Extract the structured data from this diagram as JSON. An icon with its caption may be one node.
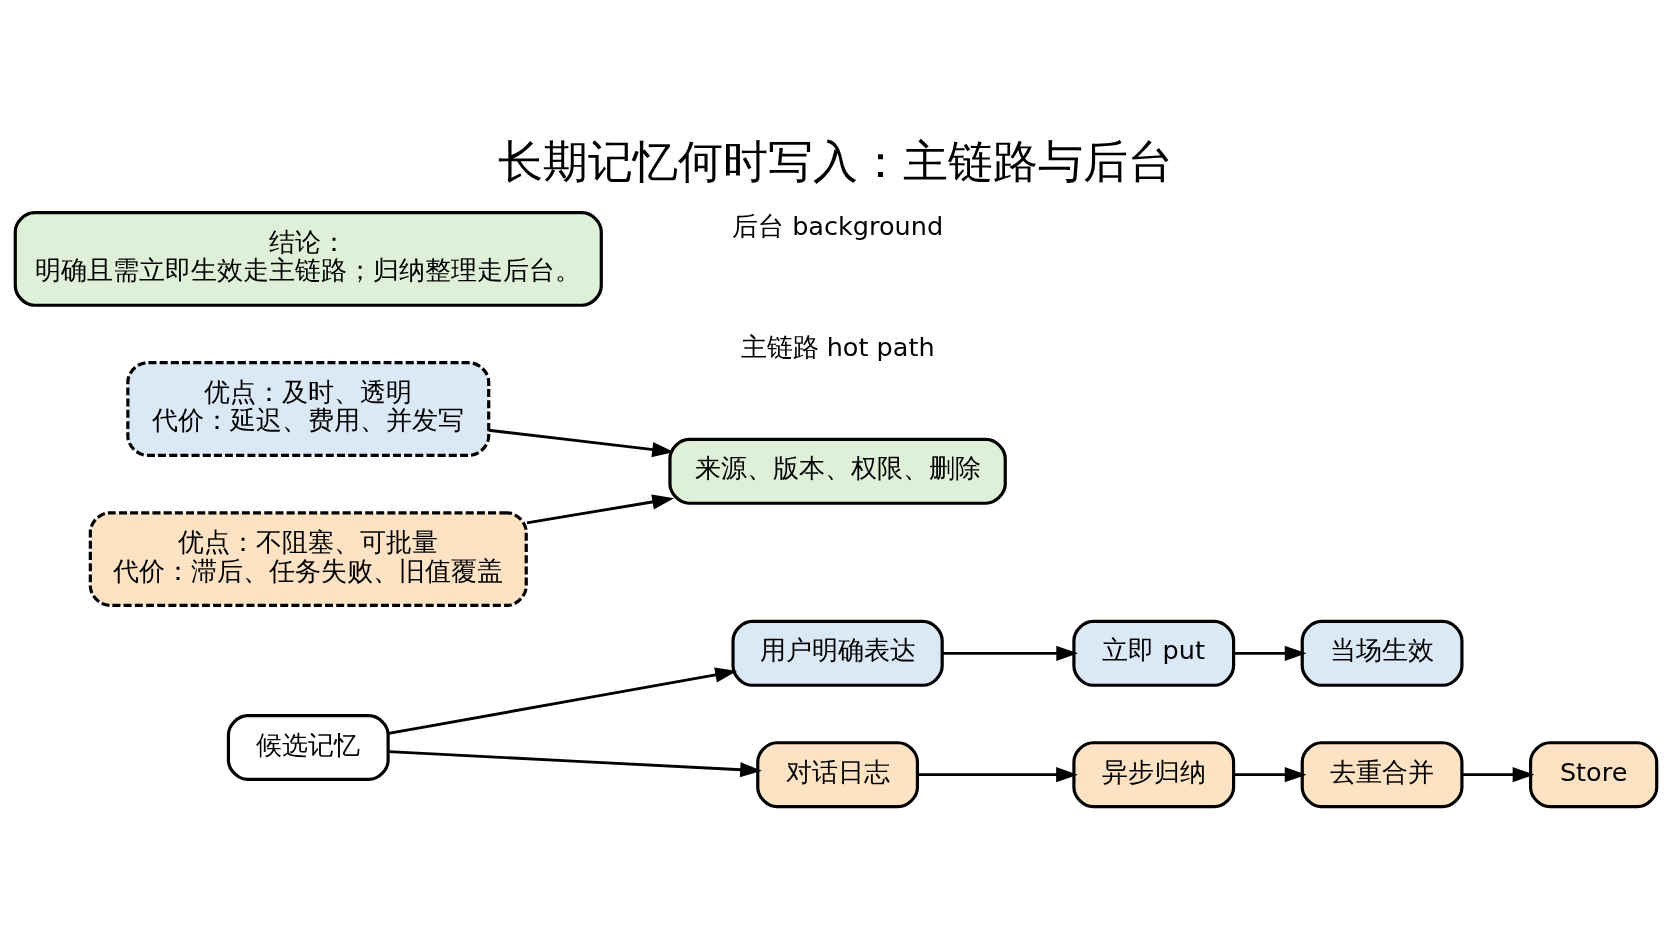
{
  "diagram": {
    "title": "长期记忆何时写入：主链路与后台",
    "nodes": [
      {
        "text": [
          "候选记忆"
        ]
      },
      {
        "text": [
          "用户明确表达"
        ]
      },
      {
        "text": [
          "立即 put"
        ]
      },
      {
        "text": [
          "当场生效"
        ]
      },
      {
        "text": [
          "优点：及时、透明",
          "代价：延迟、费用、并发写"
        ]
      },
      {
        "text": [
          "对话日志"
        ]
      },
      {
        "text": [
          "异步归纳"
        ]
      },
      {
        "text": [
          "去重合并"
        ]
      },
      {
        "text": [
          "Store"
        ]
      },
      {
        "text": [
          "优点：不阻塞、可批量",
          "代价：滞后、任务失败、旧值覆盖"
        ]
      },
      {
        "text": [
          "来源、版本、权限、删除"
        ]
      },
      {
        "text": [
          "结论：",
          "明确且需立即生效走主链路；归纳整理走后台。"
        ]
      }
    ],
    "edges": [
      {
        "from": 0,
        "to": 1,
        "arrow": "to"
      },
      {
        "from": 1,
        "to": 2,
        "arrow": "to"
      },
      {
        "from": 2,
        "to": 3,
        "arrow": "to"
      },
      {
        "from": 0,
        "to": 5,
        "arrow": "to"
      },
      {
        "from": 5,
        "to": 6,
        "arrow": "to"
      },
      {
        "from": 6,
        "to": 7,
        "arrow": "to"
      },
      {
        "from": 7,
        "to": 8,
        "arrow": "to"
      },
      {
        "from": 4,
        "to": 10,
        "arrow": "to"
      },
      {
        "from": 9,
        "to": 10,
        "arrow": "to"
      }
    ],
    "labels": [
      "主链路 hot path",
      "后台 background"
    ]
  }
}
